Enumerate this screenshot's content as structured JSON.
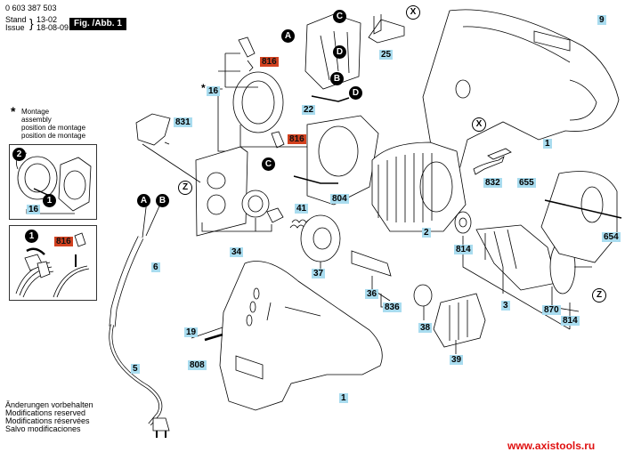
{
  "header": {
    "part_number": "0 603 387 503",
    "stand_label": "Stand",
    "issue_label": "Issue",
    "stand_value": "13-02",
    "issue_value": "18-08-09",
    "figure_label": "Fig. /Abb. 1"
  },
  "assembly_note": {
    "symbol": "*",
    "lines": [
      "Montage",
      "assembly",
      "position de montage",
      "position de montage"
    ]
  },
  "footer": {
    "lines": [
      "Änderungen vorbehalten",
      "Modifications reserved",
      "Modifications réservées",
      "Salvo modificaciones"
    ],
    "url": "www.axistools.ru"
  },
  "markers": {
    "A": "A",
    "B": "B",
    "C": "C",
    "D": "D",
    "X": "X",
    "Z": "Z",
    "step1": "1",
    "step2": "2"
  },
  "parts": {
    "p1": "1",
    "p2": "2",
    "p3": "3",
    "p5": "5",
    "p6": "6",
    "p9": "9",
    "p16": "16",
    "p19": "19",
    "p22": "22",
    "p25": "25",
    "p34": "34",
    "p36": "36",
    "p37": "37",
    "p38": "38",
    "p39": "39",
    "p41": "41",
    "p654": "654",
    "p655": "655",
    "p804": "804",
    "p808": "808",
    "p814": "814",
    "p816": "816",
    "p831": "831",
    "p832": "832",
    "p836": "836",
    "p870": "870"
  },
  "colors": {
    "part_label_bg": "#a9dcef",
    "highlight_label_bg": "#d2411f",
    "url_color": "#e01010"
  }
}
